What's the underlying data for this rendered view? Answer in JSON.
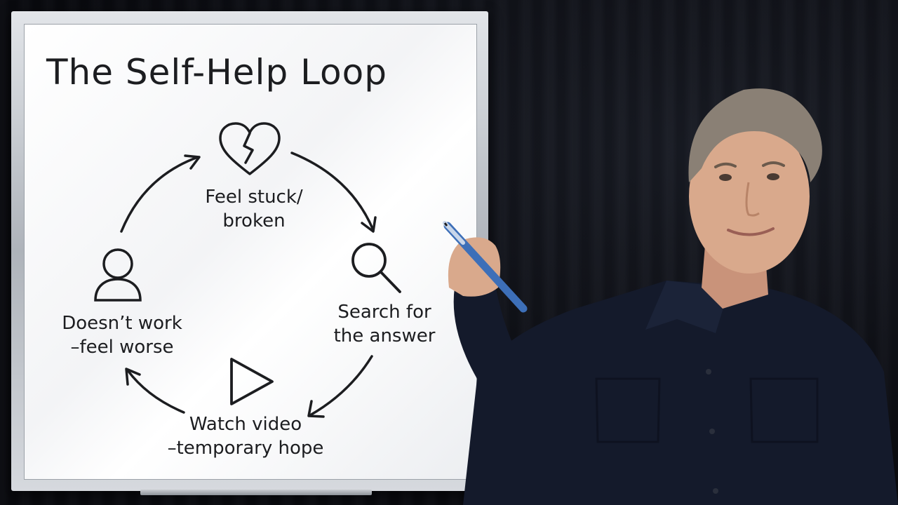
{
  "board": {
    "title": "The Self-Help Loop",
    "steps": [
      {
        "label_line1": "Feel stuck/",
        "label_line2": "broken",
        "icon": "broken-heart-icon"
      },
      {
        "label_line1": "Search for",
        "label_line2": "the answer",
        "icon": "magnifier-icon"
      },
      {
        "label_line1": "Watch video",
        "label_line2": "–temporary hope",
        "icon": "play-icon"
      },
      {
        "label_line1": "Doesn’t work",
        "label_line2": "–feel worse",
        "icon": "person-icon"
      }
    ]
  },
  "colors": {
    "marker": "#1c1d20",
    "board": "#ffffff",
    "frame": "#c4c8ce",
    "background": "#0b0d12",
    "shirt": "#141a2b",
    "skin": "#d9a98c",
    "hair": "#8a8075",
    "pen": "#3d6fb8"
  }
}
